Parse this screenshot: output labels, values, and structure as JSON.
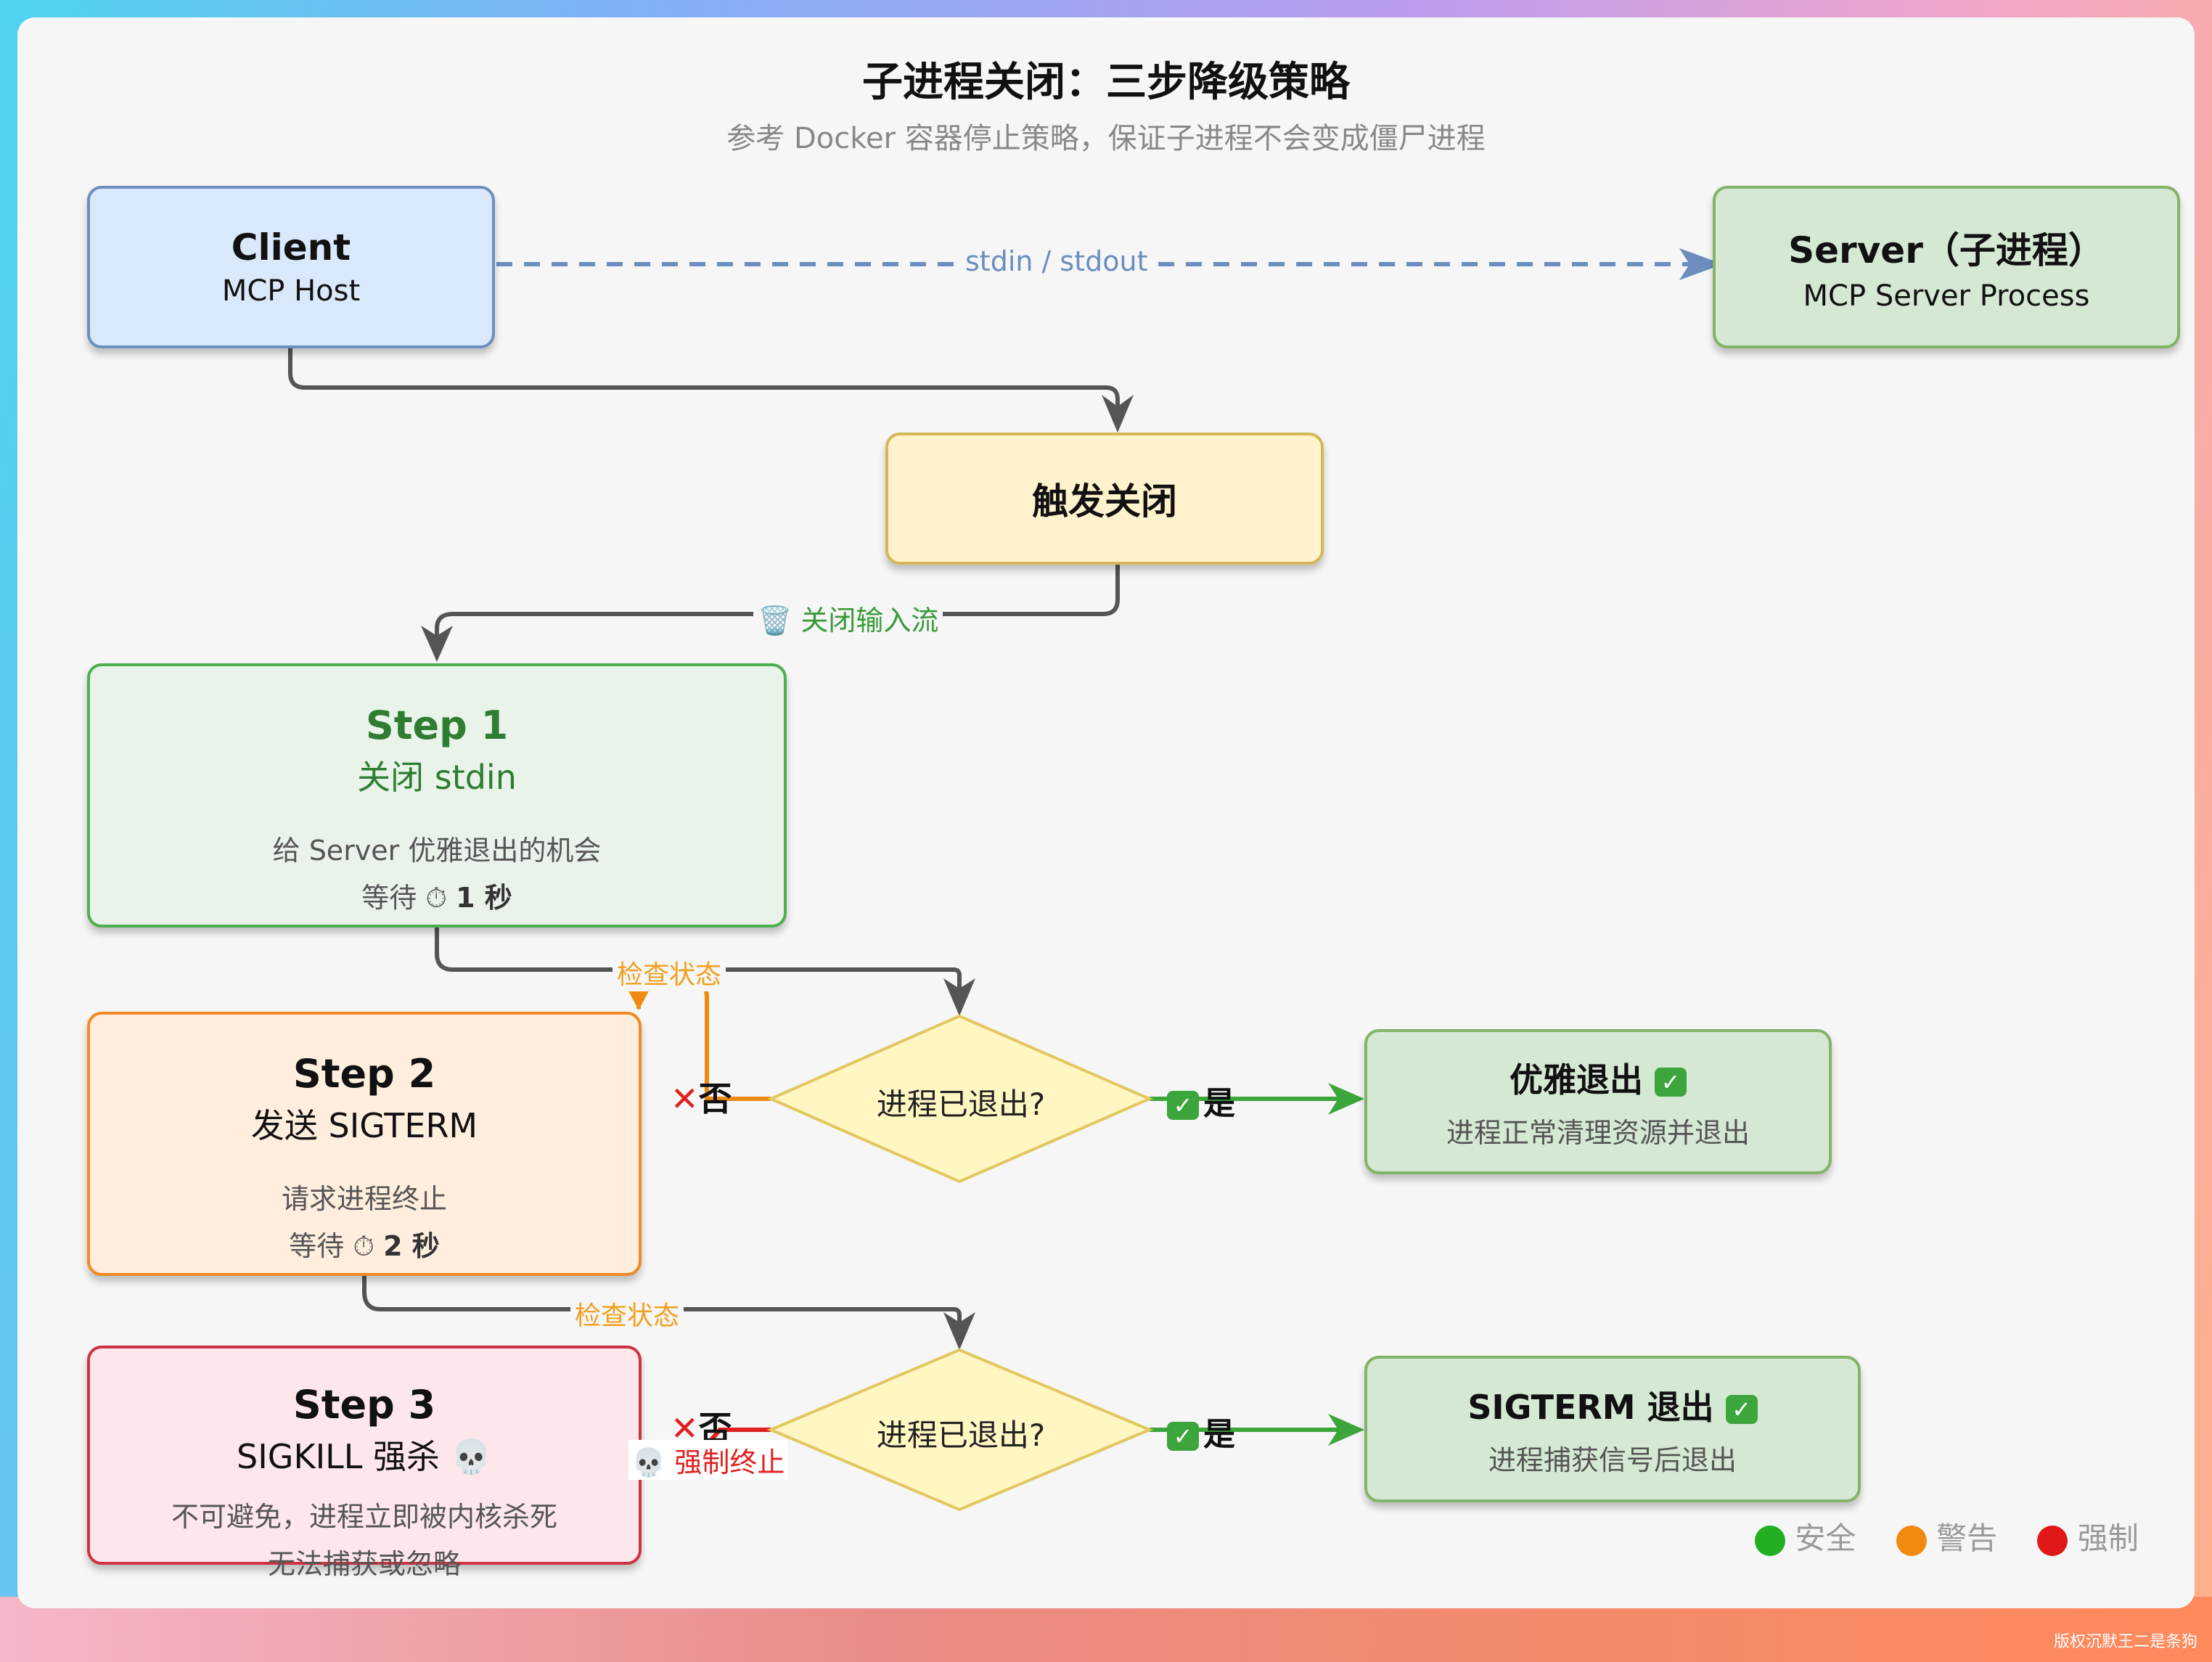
{
  "title": "子进程关闭：三步降级策略",
  "subtitle": "参考 Docker 容器停止策略，保证子进程不会变成僵尸进程",
  "client": {
    "title": "Client",
    "subtitle": "MCP Host"
  },
  "server": {
    "title": "Server（子进程）",
    "subtitle": "MCP Server Process"
  },
  "stdio_label": "stdin / stdout",
  "trigger": {
    "label": "触发关闭"
  },
  "close_input_label": "关闭输入流",
  "step1": {
    "title": "Step 1",
    "subtitle": "关闭 stdin",
    "desc": "给 Server 优雅退出的机会",
    "wait_prefix": "等待",
    "wait_value": "1 秒"
  },
  "step2": {
    "title": "Step 2",
    "subtitle": "发送 SIGTERM",
    "desc": "请求进程终止",
    "wait_prefix": "等待",
    "wait_value": "2 秒"
  },
  "step3": {
    "title": "Step 3",
    "subtitle": "SIGKILL 强杀 💀",
    "desc1": "不可避免，进程立即被内核杀死",
    "desc2": "无法捕获或忽略"
  },
  "check_label_1": "检查状态",
  "check_label_2": "检查状态",
  "decision1": {
    "text": "进程已退出?"
  },
  "decision2": {
    "text": "进程已退出?"
  },
  "yes_label": "是",
  "no_label": "否",
  "force_kill_label": "强制终止",
  "graceful_exit": {
    "title": "优雅退出",
    "subtitle": "进程正常清理资源并退出"
  },
  "sigterm_exit": {
    "title": "SIGTERM 退出",
    "subtitle": "进程捕获信号后退出"
  },
  "legend": [
    {
      "label": "安全",
      "color": "#22b022"
    },
    {
      "label": "警告",
      "color": "#f08a10"
    },
    {
      "label": "强制",
      "color": "#e01818"
    }
  ],
  "watermark": "版权沉默王二是条狗",
  "colors": {
    "blue_fill": "#dae8fc",
    "blue_stroke": "#6c8ebf",
    "green_fill": "#d5e8d4",
    "green_stroke": "#82b366",
    "yellow_fill": "#fff2cc",
    "yellow_stroke": "#d6b656",
    "step1_fill": "#e9f3ea",
    "step1_stroke": "#4caf50",
    "step1_text": "#2e7d32",
    "step2_fill": "#ffeedd",
    "step2_stroke": "#f08a24",
    "step3_fill": "#fde7ea",
    "step3_stroke": "#cc3344",
    "orange_text": "#f0a020",
    "red": "#e02020",
    "gray_line": "#555555"
  }
}
